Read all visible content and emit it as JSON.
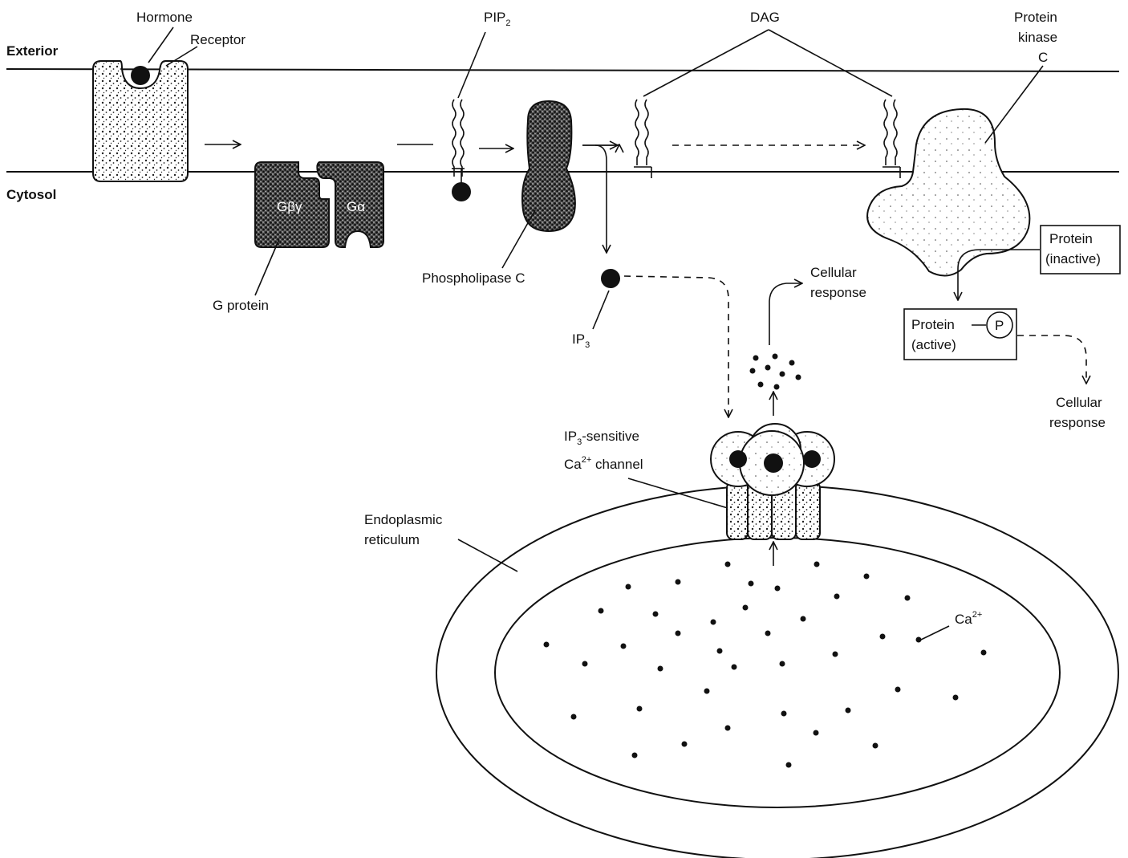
{
  "membrane": {
    "exterior": "Exterior",
    "cytosol": "Cytosol"
  },
  "labels": {
    "hormone": "Hormone",
    "receptor": "Receptor",
    "pip2": "PIP",
    "pip2_sub": "2",
    "dag": "DAG",
    "pkc_line1": "Protein",
    "pkc_line2": "kinase",
    "pkc_line3": "C",
    "g_beta_gamma": "Gβγ",
    "g_alpha": "Gα",
    "g_protein": "G protein",
    "phospholipase_c": "Phospholipase C",
    "ip3": "IP",
    "ip3_sub": "3",
    "cellular_response_1_line1": "Cellular",
    "cellular_response_1_line2": "response",
    "protein_inactive_line1": "Protein",
    "protein_inactive_line2": "(inactive)",
    "protein_active_line1": "Protein",
    "protein_active_line2": "(active)",
    "phospho": "P",
    "cellular_response_2_line1": "Cellular",
    "cellular_response_2_line2": "response",
    "channel_line1_pre": "IP",
    "channel_line1_sub": "3",
    "channel_line1_post": "-sensitive",
    "channel_line2_pre": "Ca",
    "channel_line2_sup": "2+",
    "channel_line2_post": " channel",
    "er_line1": "Endoplasmic",
    "er_line2": "reticulum",
    "ca_label": "Ca",
    "ca_sup": "2+"
  },
  "colors": {
    "ink": "#111111",
    "stipple": "#2a2a2a",
    "paper": "#ffffff"
  }
}
